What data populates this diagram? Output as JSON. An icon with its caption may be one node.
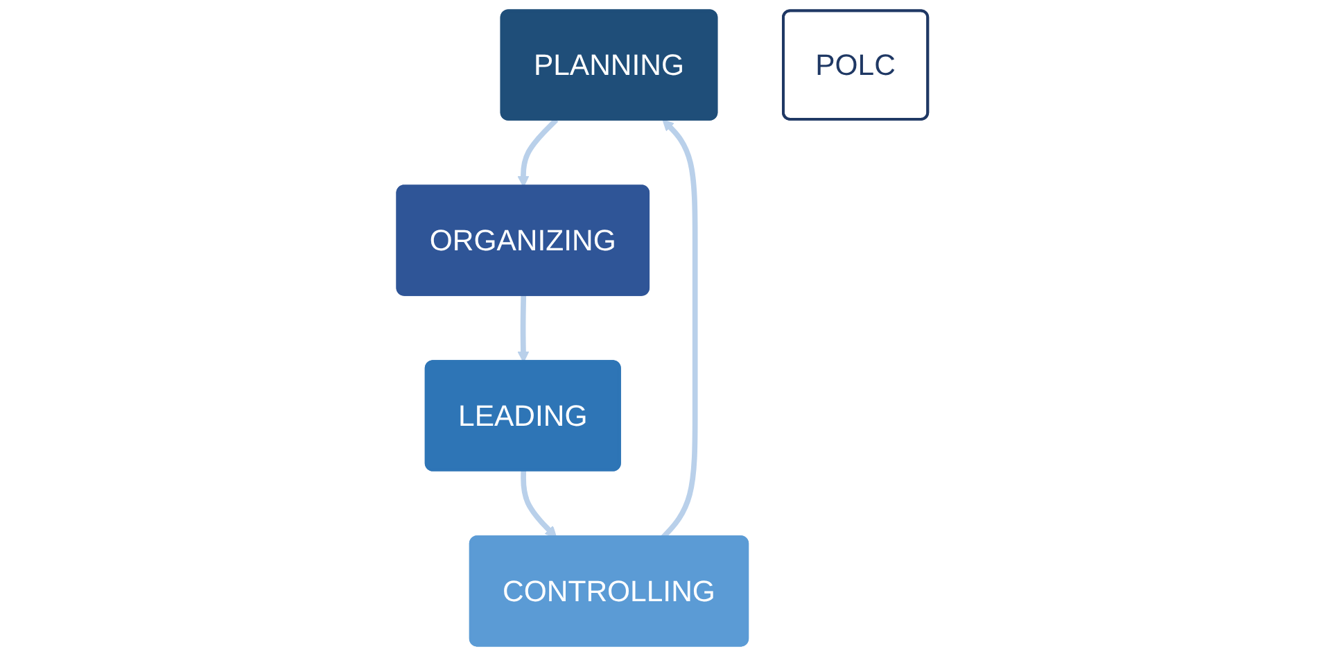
{
  "diagram": {
    "nodes": [
      {
        "text": [
          "PLANNING"
        ]
      },
      {
        "text": [
          "ORGANIZING"
        ]
      },
      {
        "text": [
          "LEADING"
        ]
      },
      {
        "text": [
          "CONTROLLING"
        ]
      },
      {
        "text": [
          "POLC"
        ]
      }
    ],
    "edges": [
      {
        "from": 0,
        "to": 1,
        "arrow": "to"
      },
      {
        "from": 1,
        "to": 2,
        "arrow": "to"
      },
      {
        "from": 2,
        "to": 3,
        "arrow": "to"
      },
      {
        "from": 3,
        "to": 0,
        "arrow": "to"
      }
    ]
  }
}
